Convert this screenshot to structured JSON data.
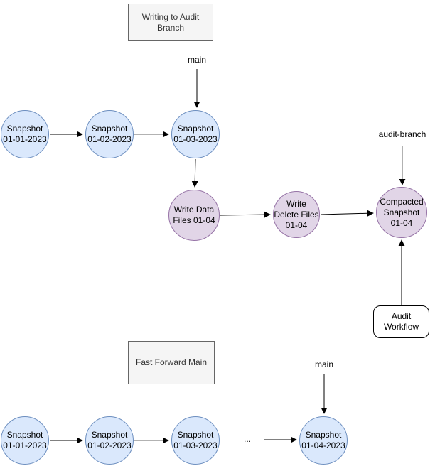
{
  "diagram": {
    "writing_section": {
      "title": "Writing to Audit\nBranch",
      "main_branch_label": "main",
      "audit_branch_label": "audit-branch",
      "snapshots": [
        {
          "label": "Snapshot\n01-01-2023"
        },
        {
          "label": "Snapshot\n01-02-2023"
        },
        {
          "label": "Snapshot\n01-03-2023"
        }
      ],
      "audit_nodes": [
        {
          "label": "Write Data\nFiles 01-04"
        },
        {
          "label": "Write\nDelete Files\n01-04"
        },
        {
          "label": "Compacted\nSnapshot\n01-04"
        }
      ],
      "workflow_box_label": "Audit\nWorkflow"
    },
    "fast_forward_section": {
      "title": "Fast Forward Main",
      "main_branch_label": "main",
      "ellipsis": "...",
      "snapshots": [
        {
          "label": "Snapshot\n01-01-2023"
        },
        {
          "label": "Snapshot\n01-02-2023"
        },
        {
          "label": "Snapshot\n01-03-2023"
        },
        {
          "label": "Snapshot\n01-04-2023"
        }
      ]
    },
    "colors": {
      "snapshot_fill": "#dae8fc",
      "snapshot_stroke": "#6c8ebf",
      "audit_fill": "#e1d5e7",
      "audit_stroke": "#9673a6",
      "title_box_fill": "#f5f5f5",
      "title_box_stroke": "#666666",
      "title_text": "#333333",
      "workflow_box_fill": "#ffffff",
      "workflow_box_stroke": "#000000",
      "arrow_black": "#000000",
      "arrow_gray": "#666666"
    }
  }
}
